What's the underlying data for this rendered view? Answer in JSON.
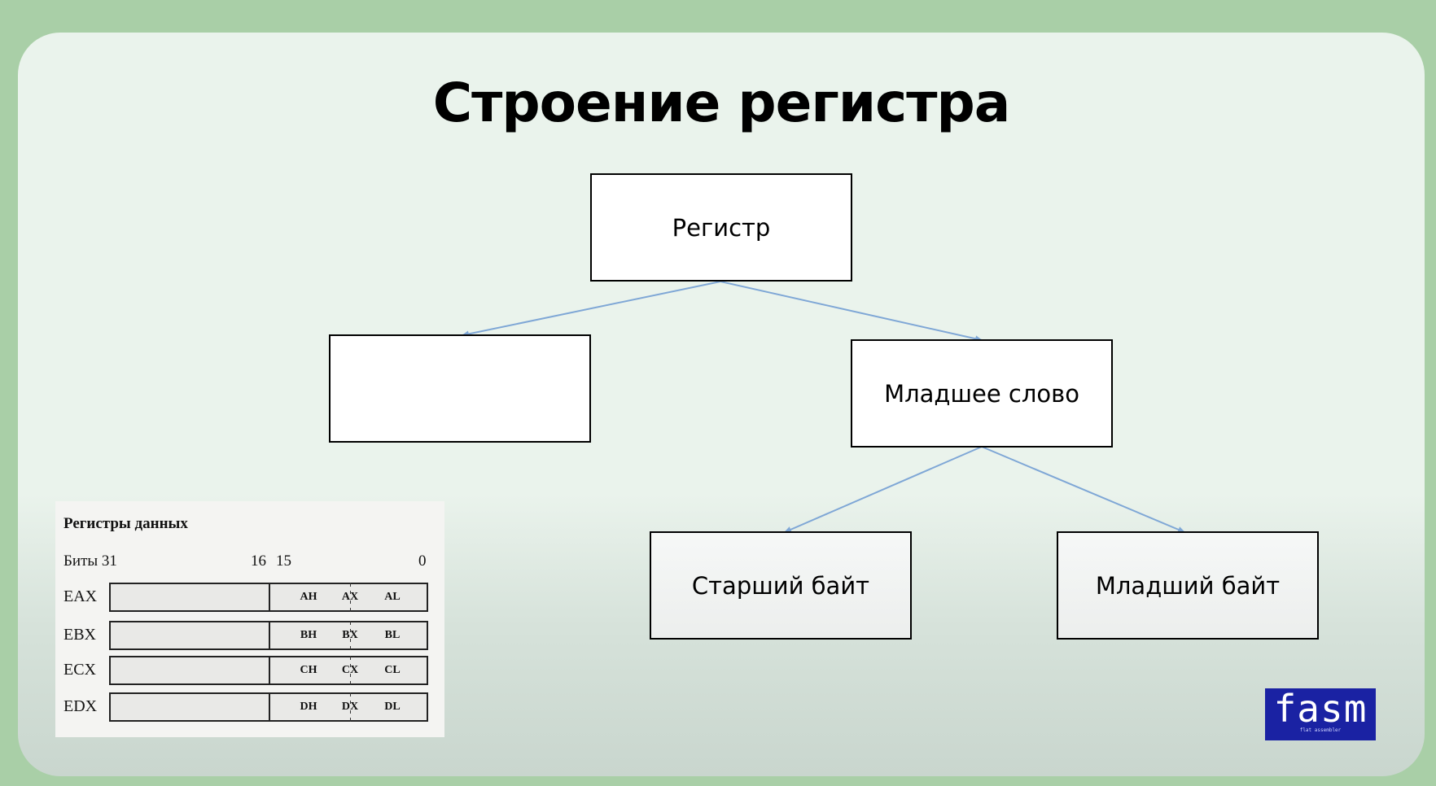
{
  "slide": {
    "title": "Строение регистра"
  },
  "tree": {
    "root": "Регистр",
    "left_child": "",
    "right_child": "Младшее слово",
    "high_byte": "Старший байт",
    "low_byte": "Младший байт"
  },
  "registers": {
    "title": "Регистры данных",
    "bits_label": "Биты 31",
    "bit_16": "16",
    "bit_15": "15",
    "bit_0": "0",
    "rows": [
      {
        "name": "EAX",
        "high": "AH",
        "word": "AX",
        "low": "AL"
      },
      {
        "name": "EBX",
        "high": "BH",
        "word": "BX",
        "low": "BL"
      },
      {
        "name": "ECX",
        "high": "CH",
        "word": "CX",
        "low": "CL"
      },
      {
        "name": "EDX",
        "high": "DH",
        "word": "DX",
        "low": "DL"
      }
    ]
  },
  "logo": {
    "word": "fasm",
    "tagline": "flat assembler"
  },
  "colors": {
    "background": "#a9cfa7",
    "slide": "#eaf3ec",
    "edge": "#7fa7d6",
    "logo": "#1a22a3"
  }
}
